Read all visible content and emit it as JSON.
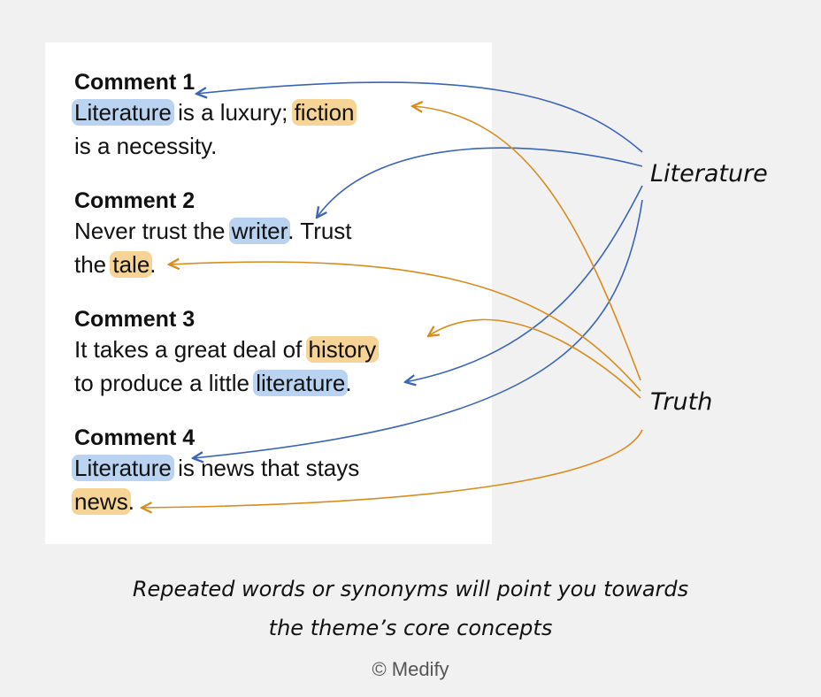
{
  "comments": [
    {
      "title": "Comment 1",
      "line1": [
        {
          "text": "Literature",
          "hl": "blue"
        },
        {
          "text": " is a luxury; "
        },
        {
          "text": "fiction",
          "hl": "orange"
        }
      ],
      "line2": [
        {
          "text": "is a necessity."
        }
      ]
    },
    {
      "title": "Comment 2",
      "line1": [
        {
          "text": "Never trust the "
        },
        {
          "text": "writer",
          "hl": "blue"
        },
        {
          "text": ". Trust"
        }
      ],
      "line2": [
        {
          "text": "the "
        },
        {
          "text": "tale",
          "hl": "orange"
        },
        {
          "text": "."
        }
      ]
    },
    {
      "title": "Comment 3",
      "line1": [
        {
          "text": "It takes a great deal of "
        },
        {
          "text": "history",
          "hl": "orange"
        }
      ],
      "line2": [
        {
          "text": "to produce a little "
        },
        {
          "text": "literature",
          "hl": "blue"
        },
        {
          "text": "."
        }
      ]
    },
    {
      "title": "Comment 4",
      "line1": [
        {
          "text": "Literature",
          "hl": "blue"
        },
        {
          "text": " is news that stays"
        }
      ],
      "line2": [
        {
          "text": "news",
          "hl": "orange"
        },
        {
          "text": "."
        }
      ]
    }
  ],
  "concepts": {
    "literature": "Literature",
    "truth": "Truth"
  },
  "caption": {
    "line1": "Repeated words or synonyms will point you towards",
    "line2": "the theme’s core concepts"
  },
  "copyright": "© Medify",
  "colors": {
    "blue_arrow": "#3a64b8",
    "orange_arrow": "#d98c1c",
    "blue_highlight": "#b9d3f0",
    "orange_highlight": "#f6d495",
    "background": "#f1f1f1",
    "card": "#ffffff"
  }
}
